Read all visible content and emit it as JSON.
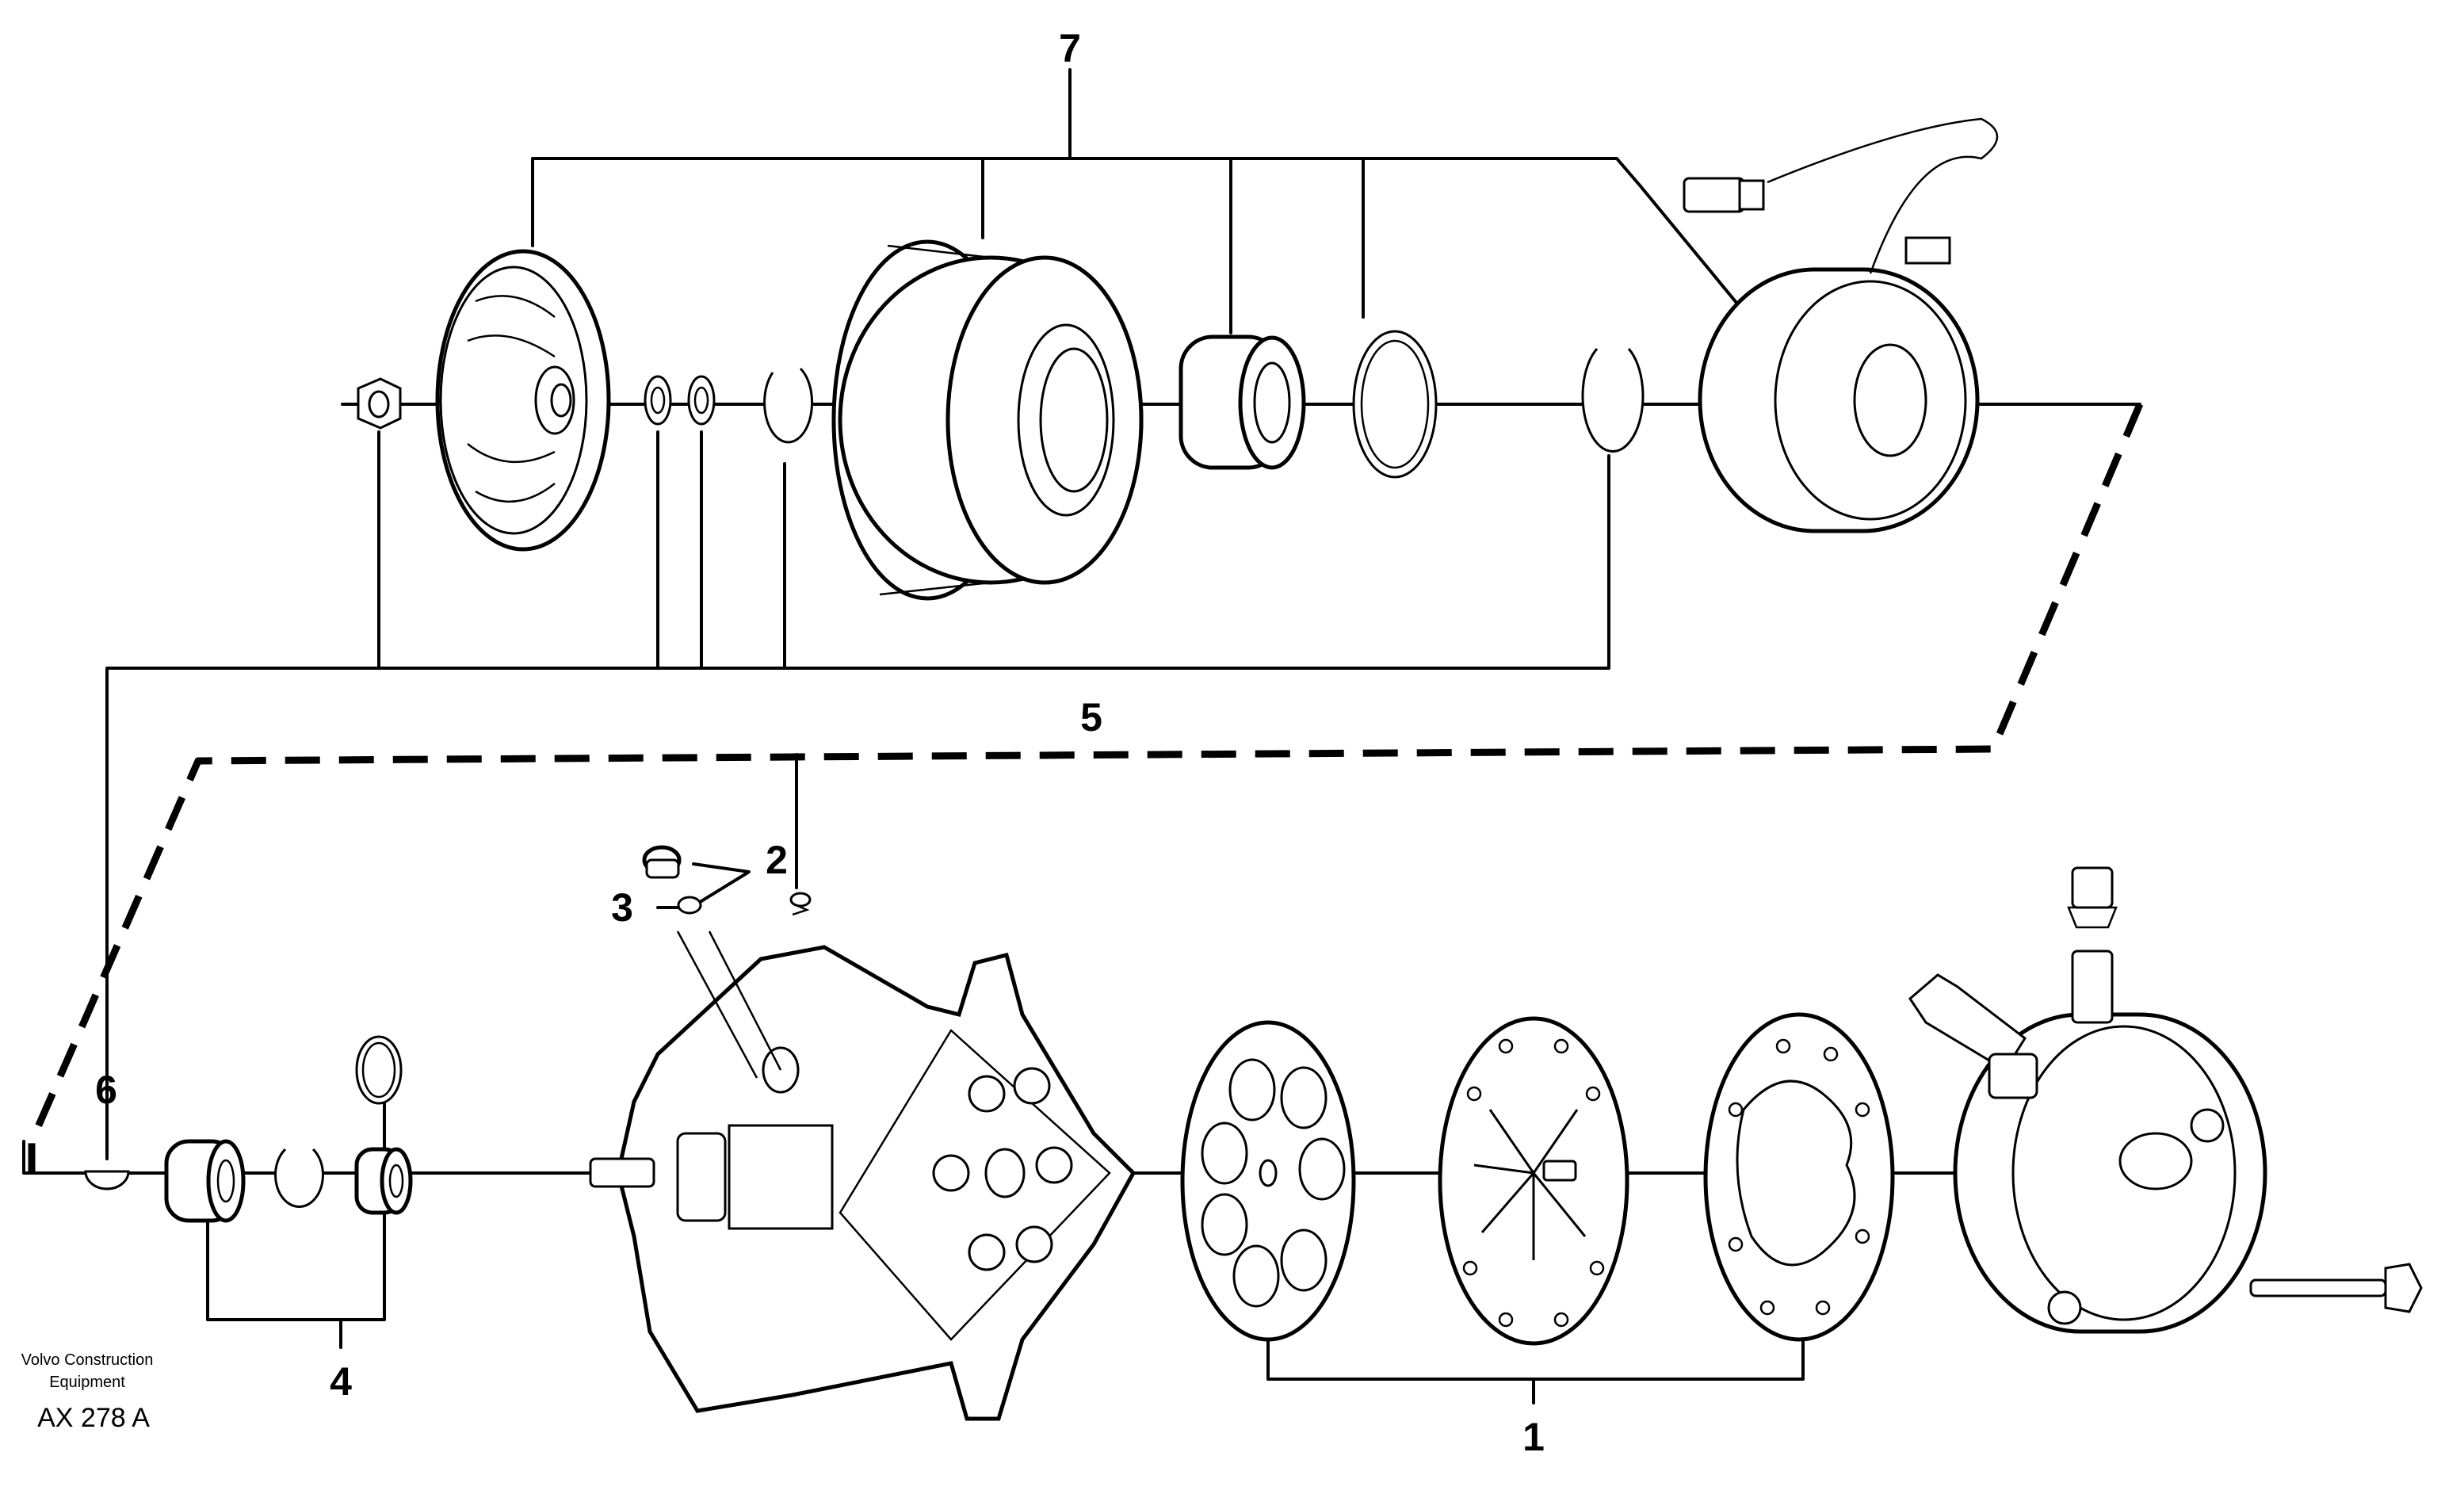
{
  "callouts": {
    "clutch_assembly": "7",
    "compressor_head_kit": "1",
    "plug_and_oring": "2",
    "oring_small": "3",
    "shaft_seal_kit": "4",
    "clutch_circlips": "5",
    "woodruff_key": "6"
  },
  "footer": {
    "publisher_line1": "Volvo Construction",
    "publisher_line2": "Equipment",
    "drawing_code": "AX 278 A"
  }
}
